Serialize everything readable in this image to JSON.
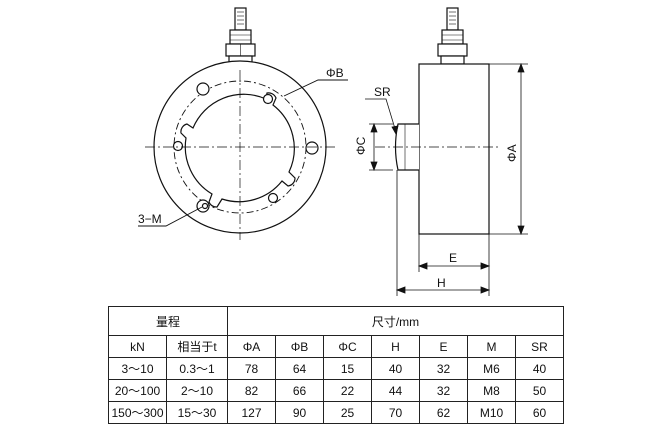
{
  "drawing": {
    "labels": {
      "phi_b": "ΦB",
      "sr": "SR",
      "phi_c": "ΦC",
      "phi_a": "ΦA",
      "three_m": "3−M",
      "e": "E",
      "h": "H"
    }
  },
  "table": {
    "group_range": "量程",
    "group_dims": "尺寸/mm",
    "columns": [
      "kN",
      "相当于t",
      "ΦA",
      "ΦB",
      "ΦC",
      "H",
      "E",
      "M",
      "SR"
    ],
    "rows": [
      [
        "3～10",
        "0.3～1",
        "78",
        "64",
        "15",
        "40",
        "32",
        "M6",
        "40"
      ],
      [
        "20～100",
        "2～10",
        "82",
        "66",
        "22",
        "44",
        "32",
        "M8",
        "50"
      ],
      [
        "150～300",
        "15～30",
        "127",
        "90",
        "25",
        "70",
        "62",
        "M10",
        "60"
      ]
    ]
  }
}
